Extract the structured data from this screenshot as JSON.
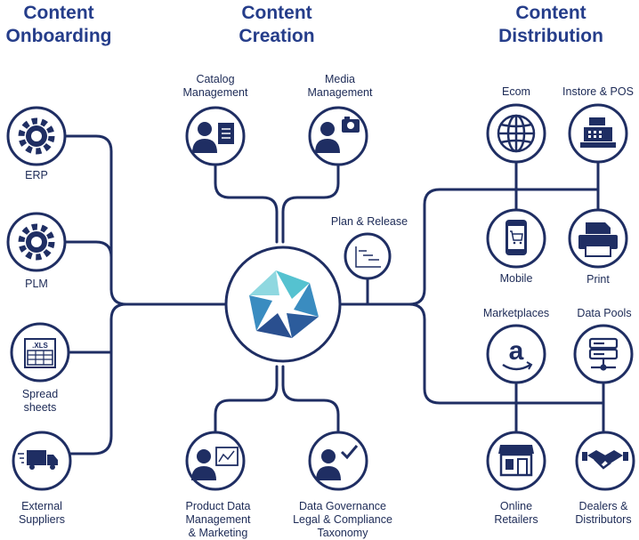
{
  "colors": {
    "navy": "#1f2e63",
    "heading": "#253d8a",
    "hub_teal": "#55c2d0",
    "hub_blue": "#2c5c9c",
    "white": "#ffffff"
  },
  "headings": {
    "onboarding": "Content\nOnboarding",
    "creation": "Content\nCreation",
    "distribution": "Content\nDistribution"
  },
  "nodes": {
    "erp": {
      "label": "ERP",
      "icon": "gear-icon"
    },
    "plm": {
      "label": "PLM",
      "icon": "gear-icon"
    },
    "spreadsheets": {
      "label": "Spread\nsheets",
      "icon": "spreadsheet-icon",
      "icon_text": ".XLS"
    },
    "external_suppliers": {
      "label": "External\nSuppliers",
      "icon": "delivery-truck-icon"
    },
    "catalog_management": {
      "label": "Catalog\nManagement",
      "icon": "person-document-icon"
    },
    "media_management": {
      "label": "Media\nManagement",
      "icon": "person-camera-icon"
    },
    "plan_release": {
      "label": "Plan & Release",
      "icon": "gantt-chart-icon"
    },
    "product_data": {
      "label": "Product Data\nManagement\n& Marketing",
      "icon": "person-chart-icon"
    },
    "data_governance": {
      "label": "Data Governance\nLegal & Compliance\nTaxonomy",
      "icon": "person-check-icon"
    },
    "ecom": {
      "label": "Ecom",
      "icon": "globe-icon"
    },
    "instore_pos": {
      "label": "Instore & POS",
      "icon": "cash-register-icon"
    },
    "mobile": {
      "label": "Mobile",
      "icon": "mobile-cart-icon"
    },
    "print": {
      "label": "Print",
      "icon": "printer-icon"
    },
    "marketplaces": {
      "label": "Marketplaces",
      "icon": "amazon-logo-icon",
      "icon_text": "a"
    },
    "data_pools": {
      "label": "Data Pools",
      "icon": "server-icon"
    },
    "online_retailers": {
      "label": "Online\nRetailers",
      "icon": "storefront-icon"
    },
    "dealers_distributors": {
      "label": "Dealers &\nDistributors",
      "icon": "handshake-icon"
    }
  },
  "hub": {
    "icon": "aperture-logo-icon"
  }
}
